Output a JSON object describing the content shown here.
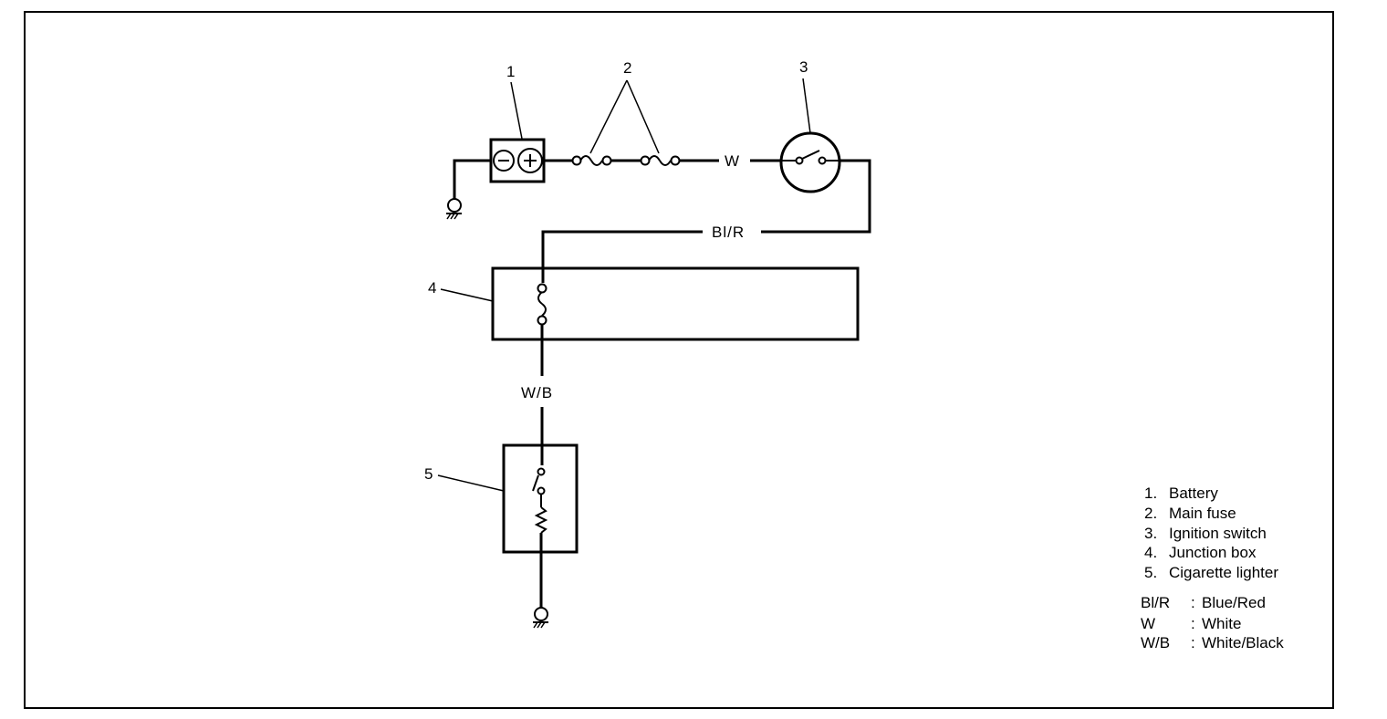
{
  "components": {
    "battery_number": "1",
    "fuse_number": "2",
    "ignition_number": "3",
    "junction_number": "4",
    "lighter_number": "5"
  },
  "wires": {
    "w": "W",
    "bl_r": "Bl/R",
    "w_b": "W/B"
  },
  "legend": {
    "items": [
      {
        "num": "1.",
        "text": "Battery"
      },
      {
        "num": "2.",
        "text": "Main fuse"
      },
      {
        "num": "3.",
        "text": "Ignition switch"
      },
      {
        "num": "4.",
        "text": "Junction box"
      },
      {
        "num": "5.",
        "text": "Cigarette lighter"
      }
    ],
    "colors": [
      {
        "code": "Bl/R",
        "sep": ":",
        "text": "Blue/Red"
      },
      {
        "code": "W",
        "sep": ":",
        "text": "White"
      },
      {
        "code": "W/B",
        "sep": ":",
        "text": "White/Black"
      }
    ]
  }
}
